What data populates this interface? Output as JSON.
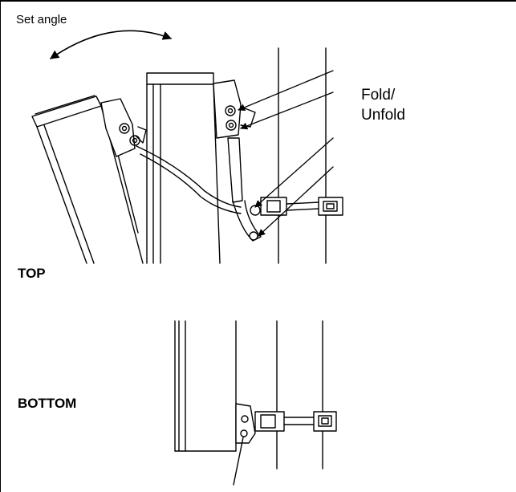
{
  "labels": {
    "set_angle": "Set angle",
    "fold_unfold": "Fold/\nUnfold",
    "top": "TOP",
    "bottom": "BOTTOM"
  },
  "colors": {
    "line": "#000000",
    "background": "#ffffff"
  }
}
